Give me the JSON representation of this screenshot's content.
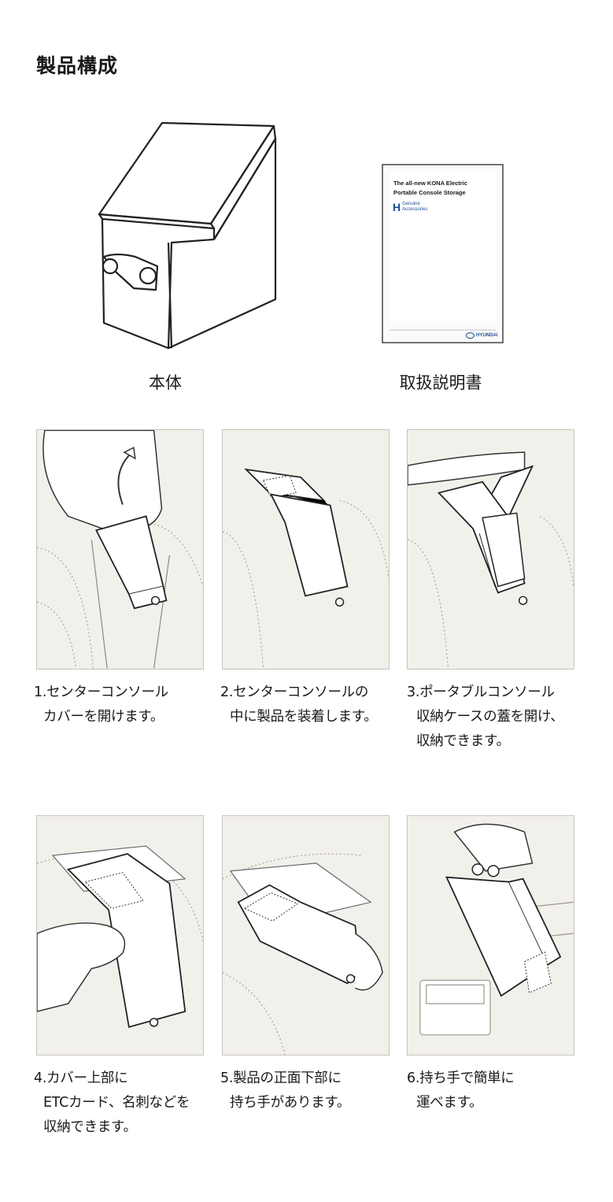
{
  "page": {
    "title": "製品構成"
  },
  "components": [
    {
      "label": "本体"
    },
    {
      "label": "取扱説明書"
    }
  ],
  "manual": {
    "line1": "The all-new KONA Electric",
    "line2": "Portable Console Storage",
    "badge_line1": "Genuine",
    "badge_line2": "Accessories",
    "brand": "HYUNDAI"
  },
  "steps": [
    {
      "number": "1.",
      "lines": [
        "センターコンソール",
        "カバーを開けます。"
      ]
    },
    {
      "number": "2.",
      "lines": [
        "センターコンソールの",
        "中に製品を装着します。"
      ]
    },
    {
      "number": "3.",
      "lines": [
        "ポータブルコンソール",
        "収納ケースの蓋を開け、",
        "収納できます。"
      ]
    },
    {
      "number": "4.",
      "lines": [
        "カバー上部に",
        "ETCカード、名刺などを",
        "収納できます。"
      ]
    },
    {
      "number": "5.",
      "lines": [
        "製品の正面下部に",
        "持ち手があります。"
      ]
    },
    {
      "number": "6.",
      "lines": [
        "持ち手で簡単に",
        "運べます。"
      ]
    }
  ],
  "colors": {
    "panel_bg": "#f2f0eb",
    "panel_border": "#c8c4bc",
    "line_art": "#222222",
    "brand_blue": "#1d4f91"
  }
}
